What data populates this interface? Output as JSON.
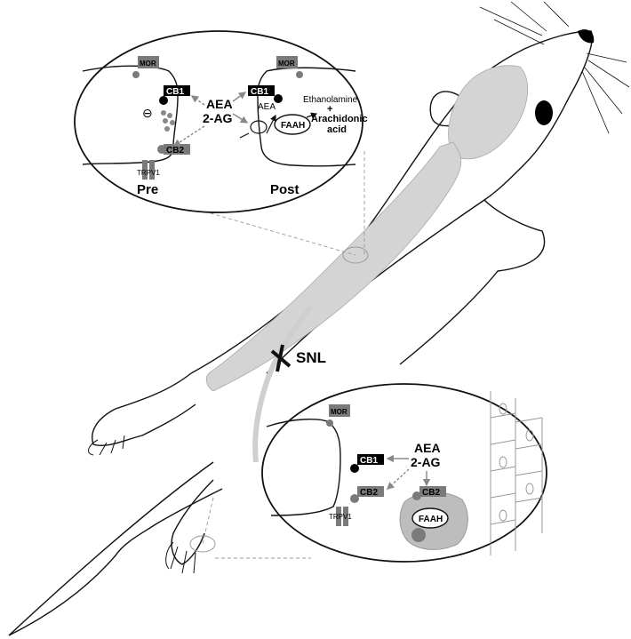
{
  "figure": {
    "top_inset": {
      "mor_pre": "MOR",
      "mor_post": "MOR",
      "cb1_pre": "CB1",
      "cb1_post": "CB1",
      "cb2": "CB2",
      "trpv1": "TRPV1",
      "aea": "AEA",
      "two_ag": "2-AG",
      "aea_post": "AEA",
      "faah": "FAAH",
      "ethanolamine": "Ethanolamine",
      "plus": "+",
      "arachidonic_line1": "Arachidonic",
      "arachidonic_line2": "acid",
      "inhibit_symbol": "⊖",
      "pre": "Pre",
      "post": "Post"
    },
    "snl_label": "SNL",
    "bottom_inset": {
      "mor": "MOR",
      "cb1": "CB1",
      "cb2_neuron": "CB2",
      "cb2_cell": "CB2",
      "trpv1": "TRPV1",
      "aea": "AEA",
      "two_ag": "2-AG",
      "faah": "FAAH"
    },
    "colors": {
      "outline": "#111111",
      "cord_grey": "#d4d4d4",
      "receptor_grey": "#7a7a7a",
      "arrow_grey": "#888888",
      "box_black": "#000000"
    }
  }
}
